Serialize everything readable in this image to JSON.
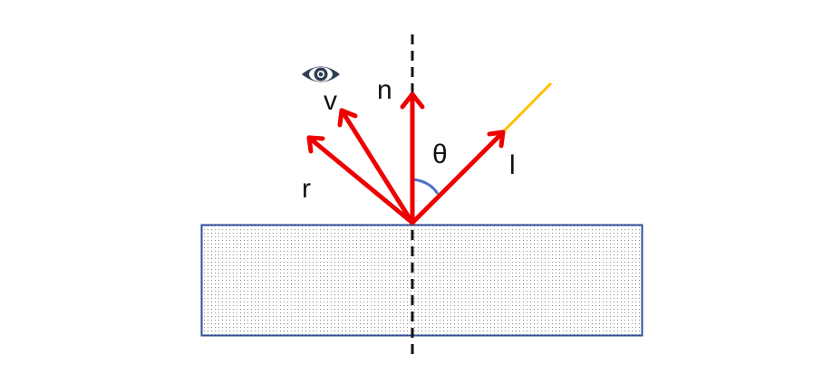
{
  "labels": {
    "view": "v",
    "normal": "n",
    "angle": "θ",
    "light": "l",
    "reflect": "r"
  },
  "icons": {
    "viewer": "eye-icon"
  },
  "colors": {
    "vector": "#ee0000",
    "light_ray": "#ffbf00",
    "surface_border": "#2f4f9a",
    "angle_arc": "#4a72c4",
    "normal_line": "#111111",
    "eye": "#2e3f55"
  }
}
